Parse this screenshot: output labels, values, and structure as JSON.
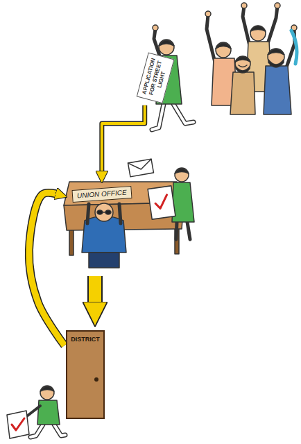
{
  "diagram": {
    "nodes": [
      {
        "text": [
          "APPLICATION FOR STREET LIGHT"
        ]
      },
      {
        "text": [
          "UNION OFFICE"
        ]
      },
      {
        "text": [
          "DISTRICT"
        ]
      }
    ],
    "edges": [
      {
        "from": 0,
        "to": 1,
        "arrow": "to"
      },
      {
        "from": 1,
        "to": 2,
        "arrow": "to"
      },
      {
        "from": 2,
        "to": 1,
        "arrow": "to"
      }
    ]
  }
}
